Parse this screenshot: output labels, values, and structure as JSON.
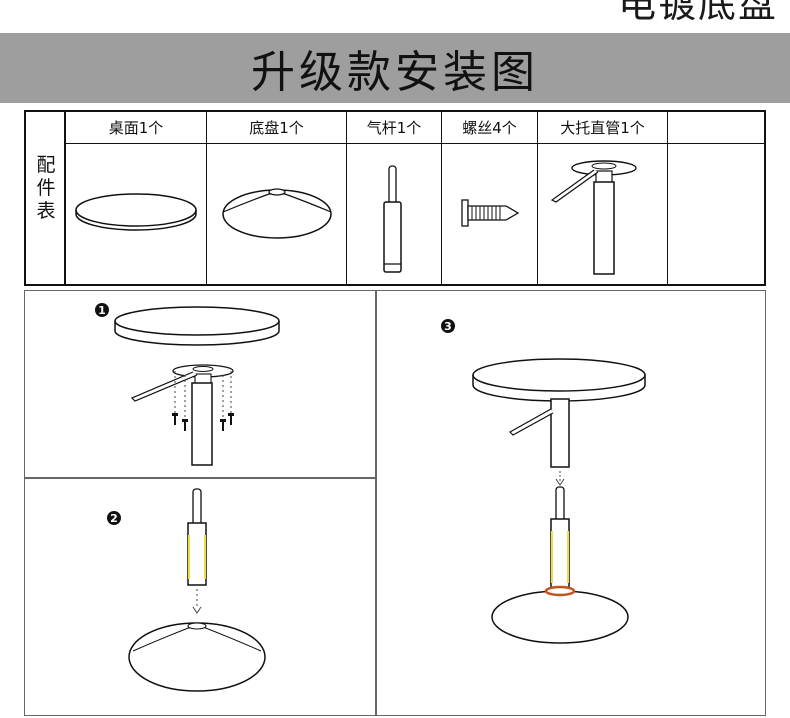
{
  "page": {
    "top_title": "电镀底盘",
    "banner_title": "升级款安装图"
  },
  "parts_table": {
    "side_label": "配件表",
    "columns": [
      {
        "label": "桌面1个",
        "icon": "tabletop-icon"
      },
      {
        "label": "底盘1个",
        "icon": "base-plate-icon"
      },
      {
        "label": "气杆1个",
        "icon": "gas-rod-icon"
      },
      {
        "label": "螺丝4个",
        "icon": "screw-icon"
      },
      {
        "label": "大托直管1个",
        "icon": "support-tube-icon"
      },
      {
        "label": "",
        "icon": ""
      }
    ]
  },
  "steps": [
    {
      "number": "1"
    },
    {
      "number": "2"
    },
    {
      "number": "3"
    }
  ],
  "colors": {
    "banner": "#9e9e9e",
    "highlight": "#f2d84b",
    "ring": "#c0541c"
  }
}
